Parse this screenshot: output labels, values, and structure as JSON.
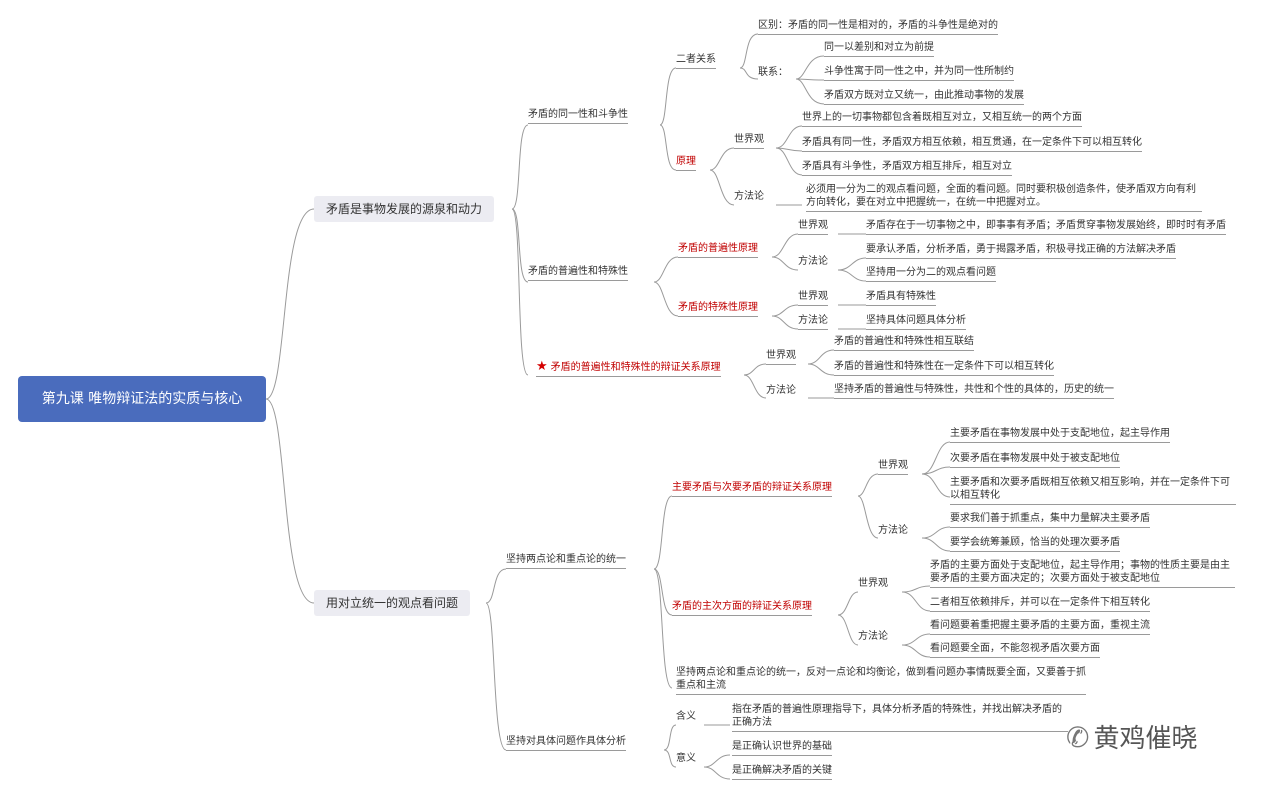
{
  "root": "第九课 唯物辩证法的实质与核心",
  "branch1": {
    "title": "矛盾是事物发展的源泉和动力",
    "identity": {
      "title": "矛盾的同一性和斗争性",
      "relation": {
        "title": "二者关系",
        "difference": "区别：矛盾的同一性是相对的，矛盾的斗争性是绝对的",
        "link_title": "联系：",
        "links": [
          "同一以差别和对立为前提",
          "斗争性寓于同一性之中，并为同一性所制约",
          "矛盾双方既对立又统一，由此推动事物的发展"
        ]
      },
      "principle": {
        "title": "原理",
        "worldview_title": "世界观",
        "worldview": [
          "世界上的一切事物都包含着既相互对立，又相互统一的两个方面",
          "矛盾具有同一性，矛盾双方相互依赖，相互贯通，在一定条件下可以相互转化",
          "矛盾具有斗争性，矛盾双方相互排斥，相互对立"
        ],
        "method_title": "方法论",
        "method": "必须用一分为二的观点看问题，全面的看问题。同时要积极创造条件，使矛盾双方向有利方向转化，要在对立中把握统一，在统一中把握对立。"
      }
    },
    "universality": {
      "title": "矛盾的普遍性和特殊性",
      "univ": {
        "title": "矛盾的普遍性原理",
        "worldview_title": "世界观",
        "worldview": "矛盾存在于一切事物之中，即事事有矛盾；矛盾贯穿事物发展始终，即时时有矛盾",
        "method_title": "方法论",
        "method": [
          "要承认矛盾，分析矛盾，勇于揭露矛盾，积极寻找正确的方法解决矛盾",
          "坚持用一分为二的观点看问题"
        ]
      },
      "part": {
        "title": "矛盾的特殊性原理",
        "worldview_title": "世界观",
        "worldview": "矛盾具有特殊性",
        "method_title": "方法论",
        "method": "坚持具体问题具体分析"
      }
    },
    "dialectic": {
      "title": "矛盾的普遍性和特殊性的辩证关系原理",
      "worldview_title": "世界观",
      "worldview": [
        "矛盾的普遍性和特殊性相互联结",
        "矛盾的普遍性和特殊性在一定条件下可以相互转化"
      ],
      "method_title": "方法论",
      "method": "坚持矛盾的普遍性与特殊性，共性和个性的具体的，历史的统一"
    }
  },
  "branch2": {
    "title": "用对立统一的观点看问题",
    "two_points": {
      "title": "坚持两点论和重点论的统一",
      "main_secondary": {
        "title": "主要矛盾与次要矛盾的辩证关系原理",
        "worldview_title": "世界观",
        "worldview": [
          "主要矛盾在事物发展中处于支配地位，起主导作用",
          "次要矛盾在事物发展中处于被支配地位",
          "主要矛盾和次要矛盾既相互依赖又相互影响，并在一定条件下可以相互转化"
        ],
        "method_title": "方法论",
        "method": [
          "要求我们善于抓重点，集中力量解决主要矛盾",
          "要学会统筹兼顾，恰当的处理次要矛盾"
        ]
      },
      "aspects": {
        "title": "矛盾的主次方面的辩证关系原理",
        "worldview_title": "世界观",
        "worldview": [
          "矛盾的主要方面处于支配地位，起主导作用；事物的性质主要是由主要矛盾的主要方面决定的；次要方面处于被支配地位",
          "二者相互依赖排斥，并可以在一定条件下相互转化"
        ],
        "method_title": "方法论",
        "method": [
          "看问题要着重把握主要矛盾的主要方面，重视主流",
          "看问题要全面，不能忽视矛盾次要方面"
        ]
      },
      "summary": "坚持两点论和重点论的统一，反对一点论和均衡论，做到看问题办事情既要全面，又要善于抓重点和主流"
    },
    "concrete": {
      "title": "坚持对具体问题作具体分析",
      "meaning_title": "含义",
      "meaning": "指在矛盾的普遍性原理指导下，具体分析矛盾的特殊性，并找出解决矛盾的正确方法",
      "significance_title": "意义",
      "significance": [
        "是正确认识世界的基础",
        "是正确解决矛盾的关键"
      ]
    }
  },
  "watermark": "黄鸡催晓",
  "colors": {
    "root_bg": "#4a6cbd",
    "level1_bg": "#ececf2",
    "highlight": "#c00000",
    "connector": "#9a9a9a"
  }
}
